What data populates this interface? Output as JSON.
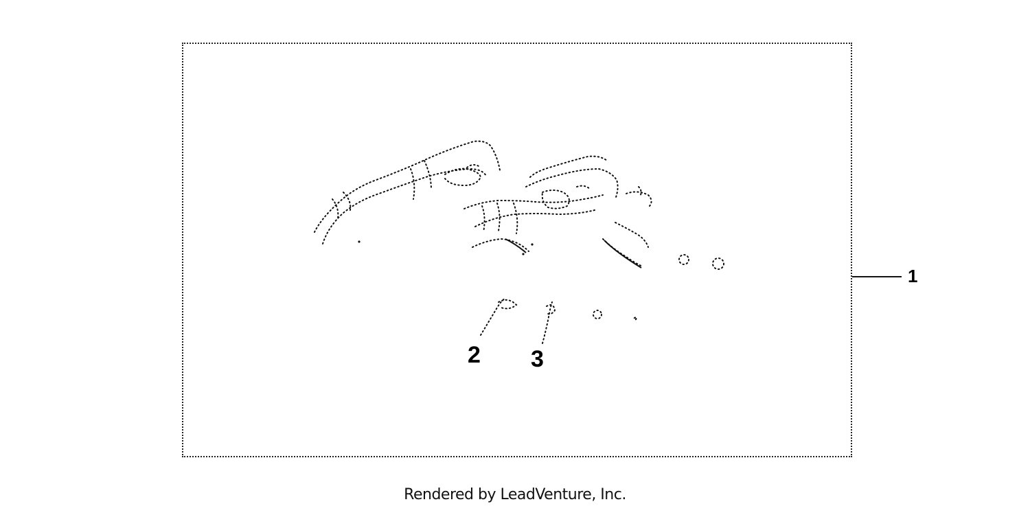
{
  "diagram": {
    "callouts": [
      {
        "id": "1",
        "label": "1"
      },
      {
        "id": "2",
        "label": "2"
      },
      {
        "id": "3",
        "label": "3"
      }
    ]
  },
  "footer": {
    "credit_text": "Rendered by LeadVenture, Inc."
  }
}
